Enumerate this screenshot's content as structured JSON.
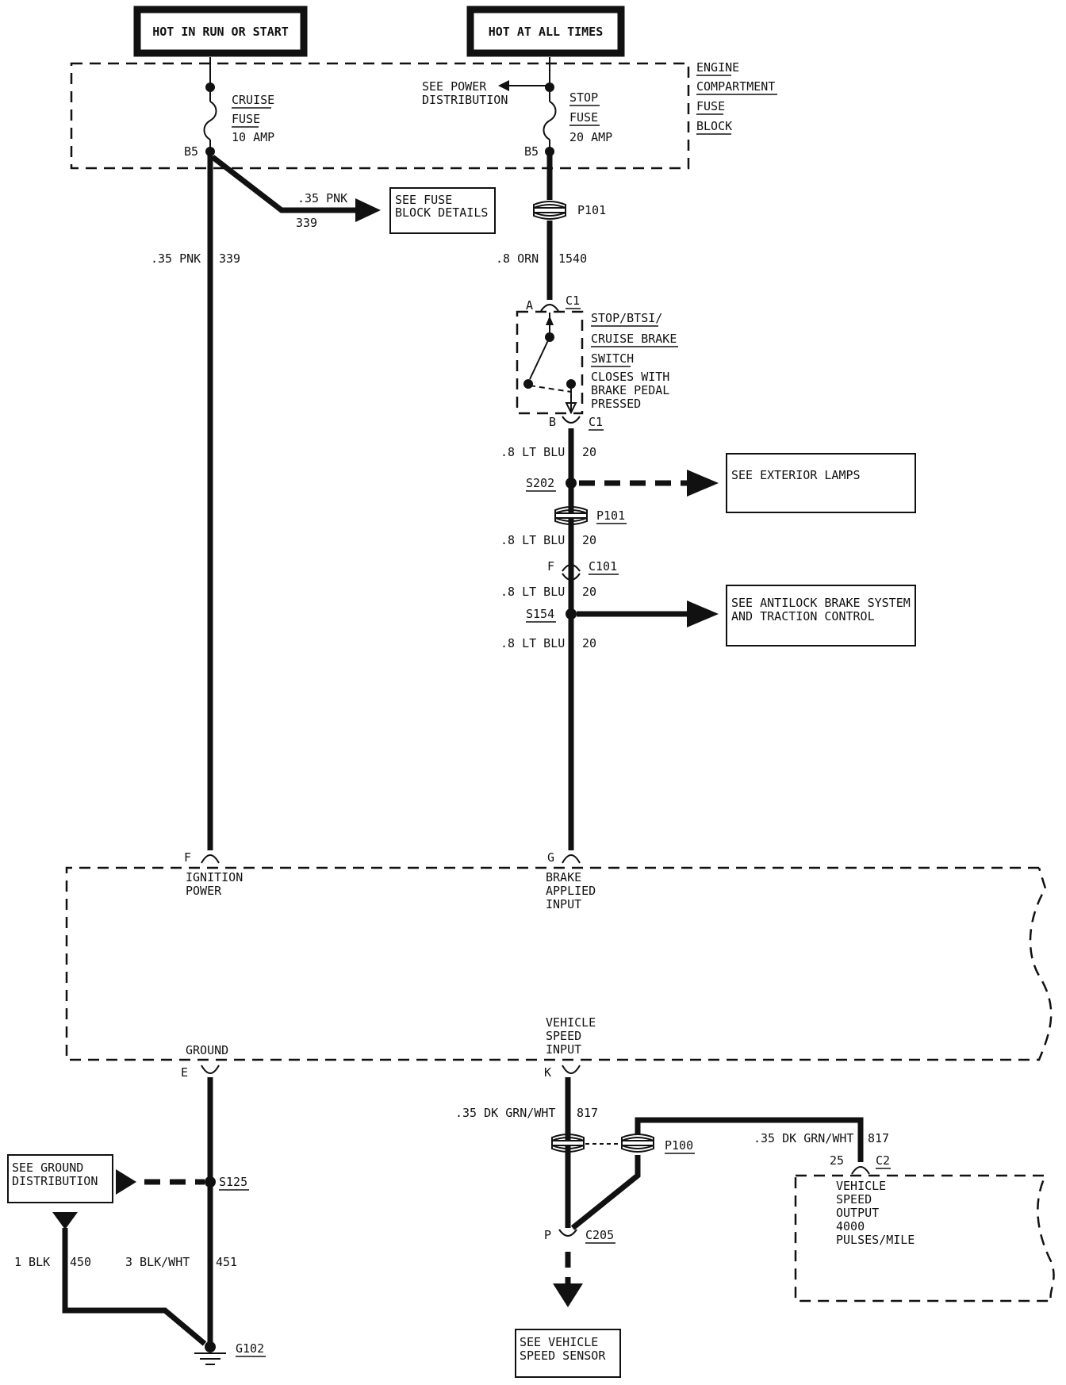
{
  "headers": {
    "hot_run_start": "HOT IN RUN OR START",
    "hot_all_times": "HOT AT ALL TIMES"
  },
  "fuse_block": {
    "title_lines": [
      "ENGINE",
      "COMPARTMENT",
      "FUSE",
      "BLOCK"
    ],
    "cruise_fuse": [
      "CRUISE",
      "FUSE",
      "10 AMP"
    ],
    "stop_fuse": [
      "STOP",
      "FUSE",
      "20 AMP"
    ],
    "cruise_pin": "B5",
    "stop_pin": "B5",
    "see_power": [
      "SEE POWER",
      "DISTRIBUTION"
    ]
  },
  "wires": {
    "pnk_branch_gauge": ".35 PNK",
    "pnk_branch_circuit": "339",
    "pnk_main_gauge": ".35 PNK",
    "pnk_main_circuit": "339",
    "orn_gauge": ".8 ORN",
    "orn_circuit": "1540",
    "ltblu_gauge": ".8 LT BLU",
    "ltblu_circuit": "20",
    "dkgrn_gauge": ".35 DK GRN/WHT",
    "dkgrn_circuit": "817",
    "blk_gauge": "1 BLK",
    "blk_circuit": "450",
    "blkwht_gauge": "3 BLK/WHT",
    "blkwht_circuit": "451"
  },
  "refs": {
    "fuse_block_details": [
      "SEE FUSE",
      "BLOCK DETAILS"
    ],
    "exterior_lamps": "SEE EXTERIOR LAMPS",
    "abs": [
      "SEE ANTILOCK BRAKE SYSTEM",
      "AND TRACTION CONTROL"
    ],
    "ground_dist": [
      "SEE GROUND",
      "DISTRIBUTION"
    ],
    "vss": [
      "SEE VEHICLE",
      "SPEED SENSOR"
    ]
  },
  "connectors": {
    "p101": "P101",
    "p100": "P100",
    "c1": "C1",
    "c101": "C101",
    "c205": "C205",
    "c2": "C2",
    "s202": "S202",
    "s154": "S154",
    "s125": "S125",
    "g102": "G102",
    "pin_a": "A",
    "pin_b": "B",
    "pin_f_c101": "F",
    "pin_f": "F",
    "pin_g": "G",
    "pin_e": "E",
    "pin_k": "K",
    "pin_p": "P",
    "pin_25": "25"
  },
  "switch": {
    "name_lines": [
      "STOP/BTSI/",
      "CRUISE BRAKE",
      "SWITCH"
    ],
    "note_lines": [
      "CLOSES WITH",
      "BRAKE PEDAL",
      "PRESSED"
    ]
  },
  "module": {
    "ignition": [
      "IGNITION",
      "POWER"
    ],
    "brake": [
      "BRAKE",
      "APPLIED",
      "INPUT"
    ],
    "vsi": [
      "VEHICLE",
      "SPEED",
      "INPUT"
    ],
    "ground": "GROUND"
  },
  "vss_output": [
    "VEHICLE",
    "SPEED",
    "OUTPUT",
    "4000",
    "PULSES/MILE"
  ]
}
